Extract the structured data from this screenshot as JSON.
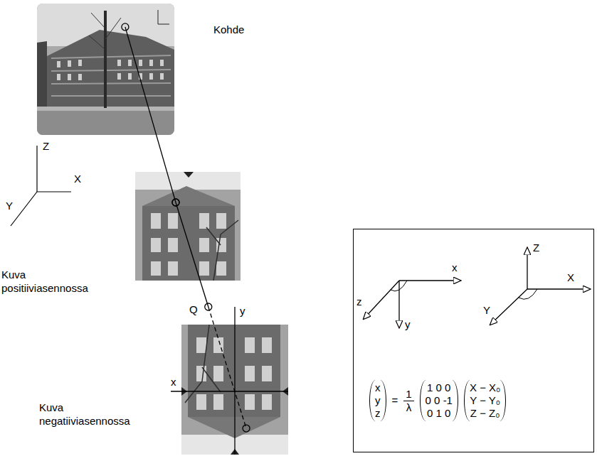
{
  "diagram": {
    "nodes": [
      {
        "text": [
          "Kohde"
        ]
      },
      {
        "text": [
          "Kuva positiiviasennossa"
        ]
      },
      {
        "text": [
          "Kuva negatiiviasennossa"
        ]
      },
      {
        "text": [
          "x",
          "z",
          "y",
          "Z",
          "X",
          "Y",
          "x",
          "y",
          "z",
          "=",
          "1",
          "λ",
          "1 0 0",
          "0 0 -1",
          "0 1 0",
          "X − X₀",
          "Y − Y₀",
          "Z − Z₀"
        ]
      }
    ],
    "edges": [
      {
        "from": 0,
        "to": 1,
        "arrow": "none"
      },
      {
        "from": 1,
        "to": 2,
        "arrow": "none"
      }
    ],
    "labels": [
      "Z",
      "X",
      "Y",
      "Q",
      "y",
      "x"
    ]
  }
}
